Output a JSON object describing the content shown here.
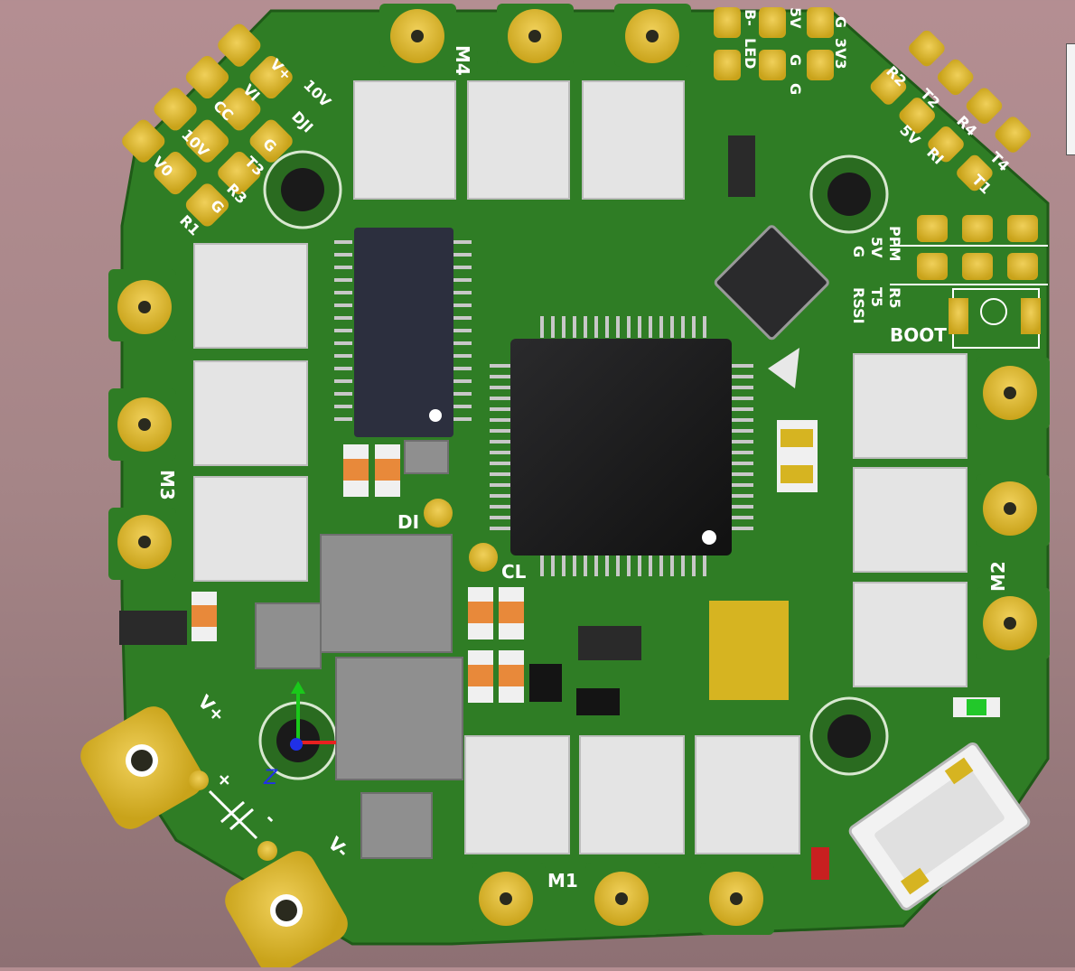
{
  "board": {
    "board_color": "#2f7d25",
    "pad_color": "#d6b421",
    "silk_color": "#ffffff",
    "chip_color": "#1c1c1e",
    "motors": {
      "m1": "M1",
      "m2": "M2",
      "m3": "M3",
      "m4": "M4"
    },
    "top_left_pads": [
      "V+",
      "10V",
      "VI",
      "DJI",
      "CC",
      "G",
      "10V",
      "T3",
      "V0",
      "R3",
      "G",
      "R1"
    ],
    "top_right_pads": [
      "G",
      "3V3",
      "R2",
      "5V",
      "T2",
      "G",
      "R4",
      "5V",
      "RI",
      "T4",
      "T1",
      "B-",
      "LED",
      "G"
    ],
    "right_pads": [
      "PPM",
      "5V",
      "G",
      "R5",
      "T5",
      "RSSI"
    ],
    "boot_label": "BOOT",
    "di_label": "DI",
    "cl_label": "CL",
    "battery": {
      "pos": "V+",
      "neg": "V-",
      "plus_sign": "+",
      "minus_sign": "-"
    },
    "axis": {
      "z": "Z"
    }
  }
}
